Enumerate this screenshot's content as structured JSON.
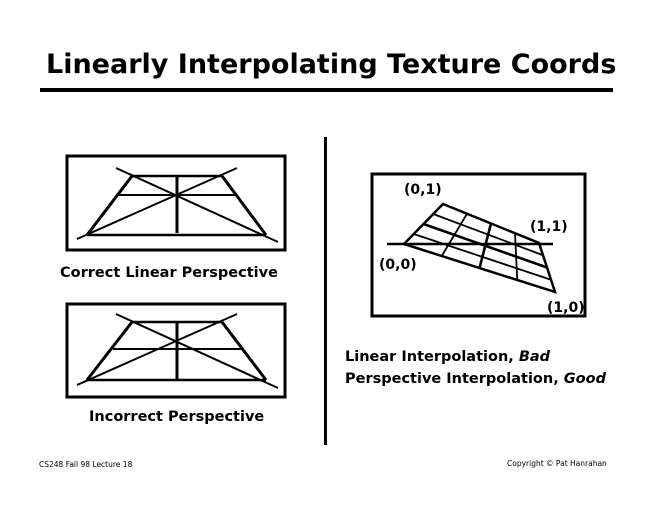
{
  "slide": {
    "title": "Linearly Interpolating Texture Coords",
    "left": {
      "top_caption": "Correct Linear Perspective",
      "bottom_caption": "Incorrect Perspective"
    },
    "right": {
      "corner_labels": {
        "c00": "(0,0)",
        "c01": "(0,1)",
        "c11": "(1,1)",
        "c10": "(1,0)"
      },
      "caption_line1_prefix": "Linear Interpolation, ",
      "caption_line1_emph": "Bad",
      "caption_line2_prefix": "Perspective Interpolation, ",
      "caption_line2_emph": "Good"
    },
    "footer": {
      "left": "CS248 Fall 98 Lecture 18",
      "right": "Copyright © Pat Hanrahan"
    }
  }
}
